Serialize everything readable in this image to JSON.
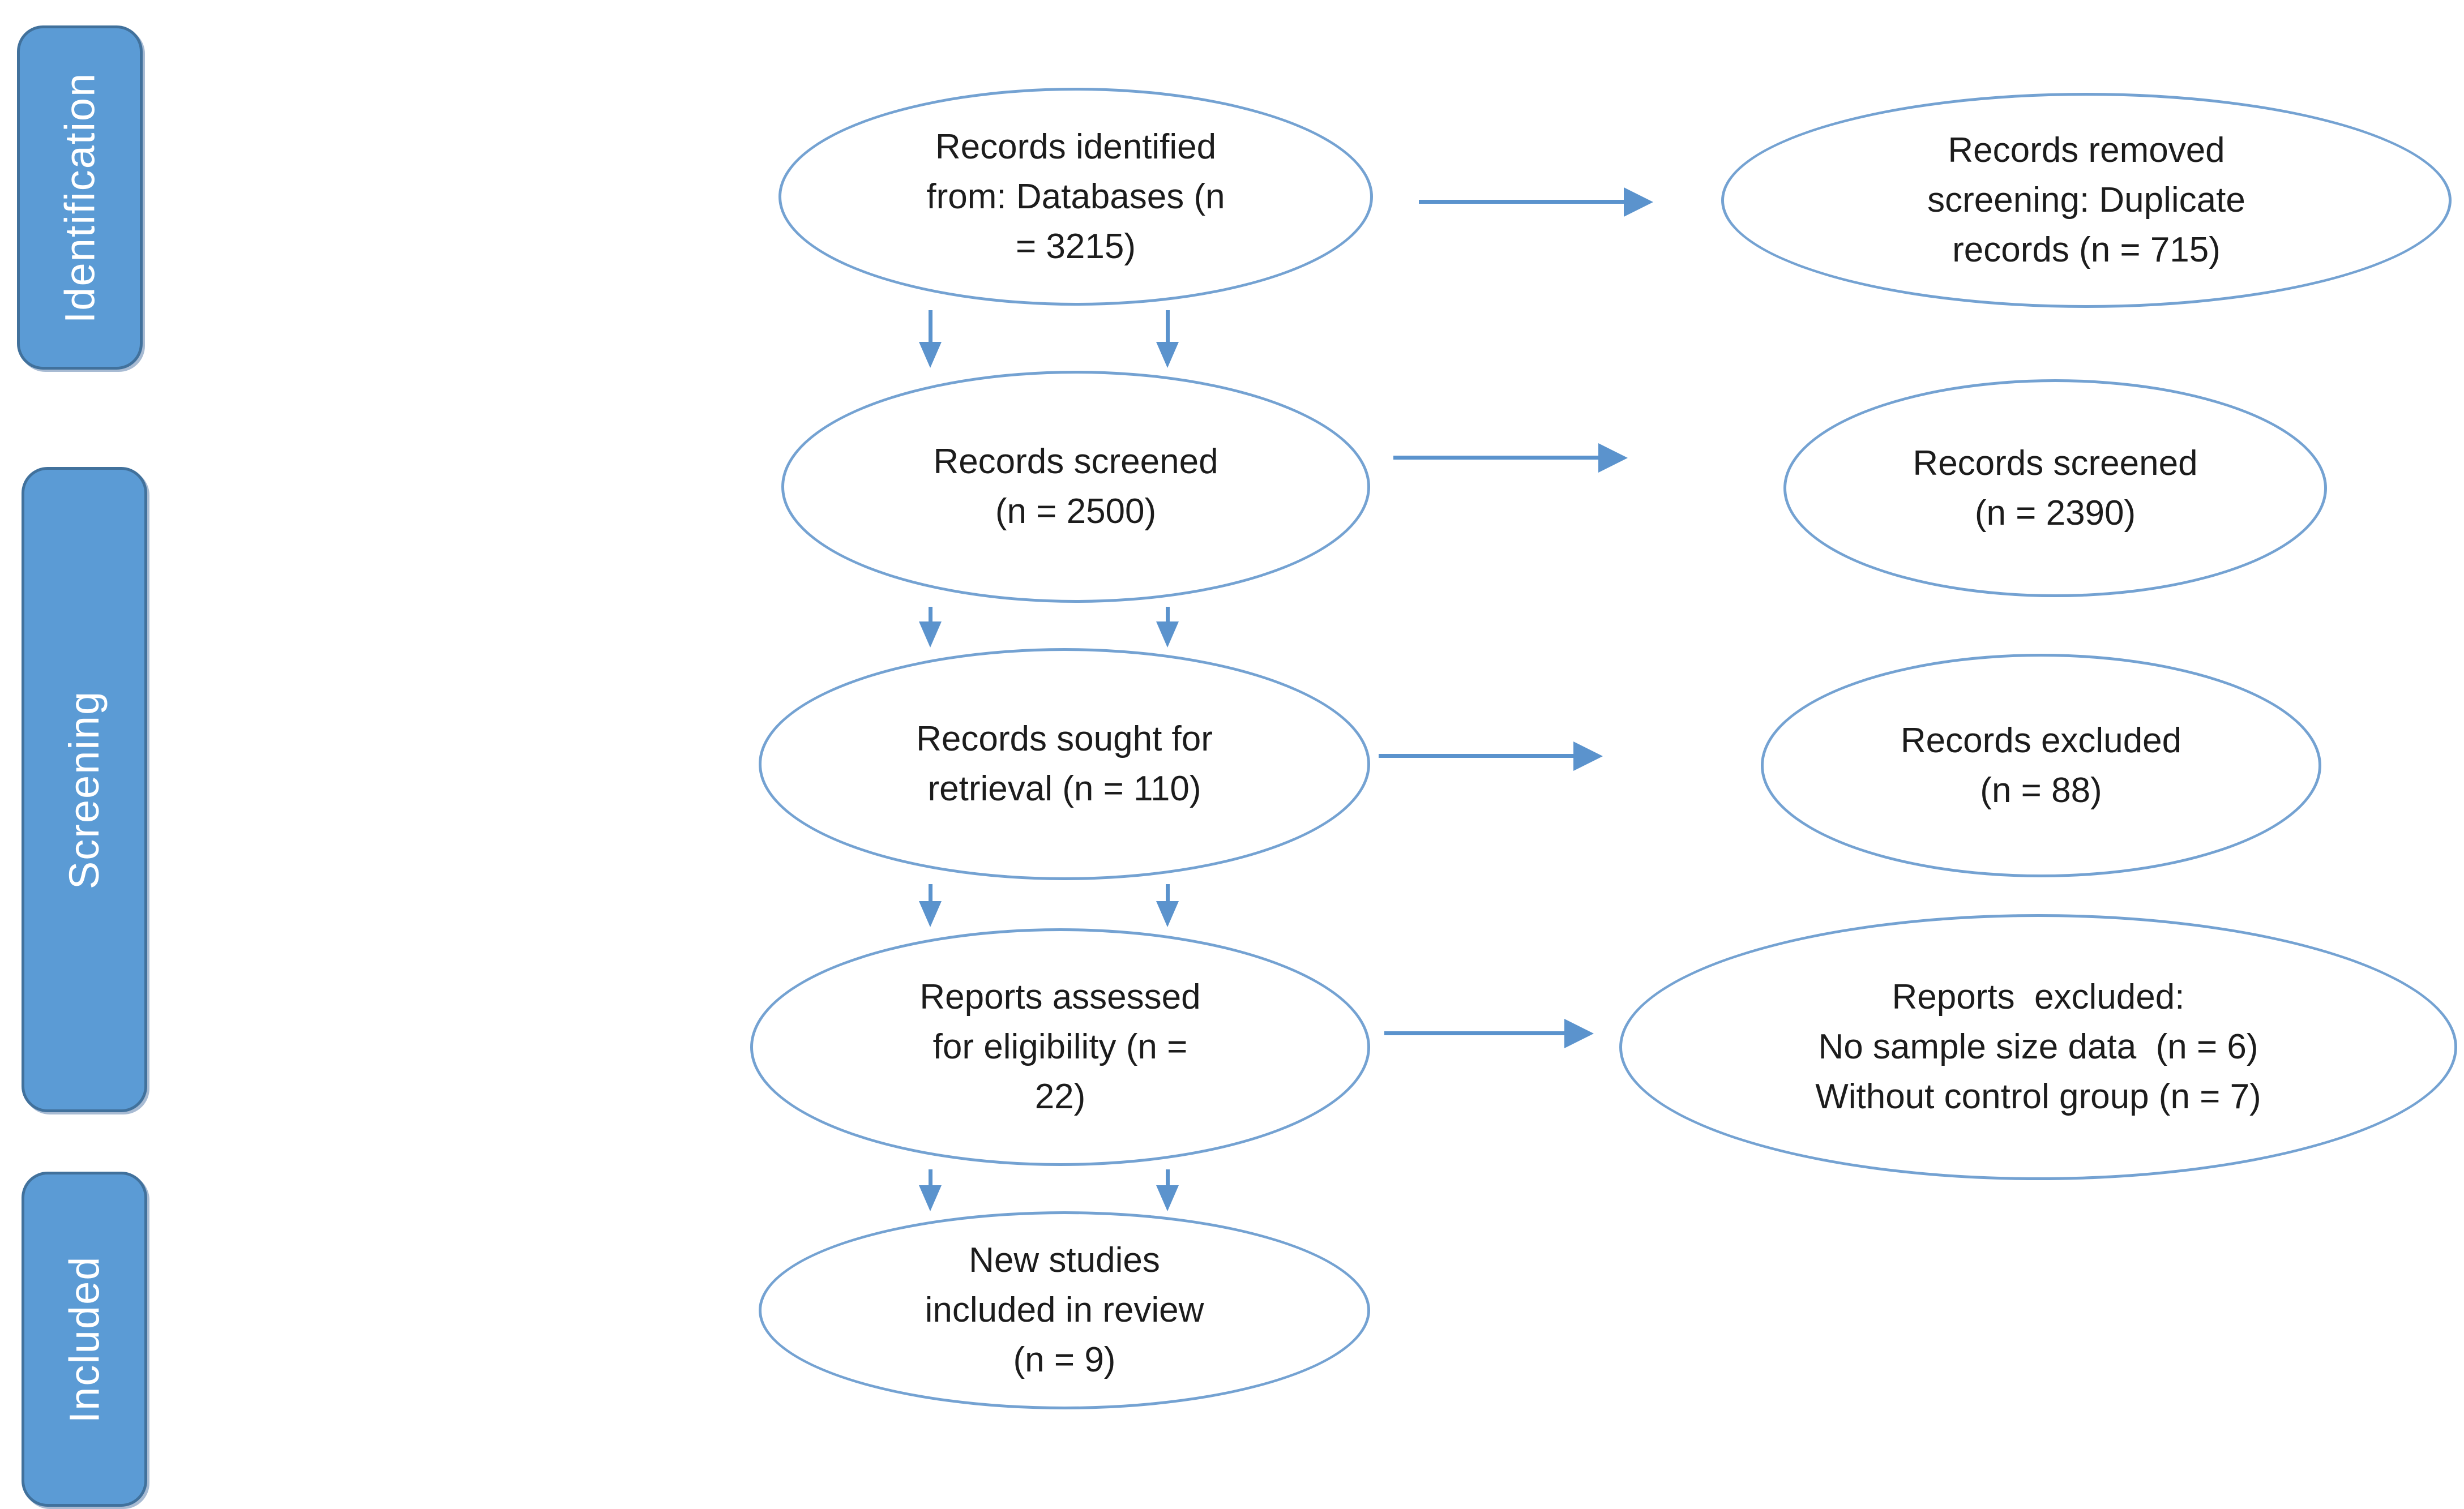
{
  "diagram": {
    "type": "prisma-flow",
    "colors": {
      "stage_fill": "#5b9bd5",
      "stage_border": "#41719c",
      "stage_text": "#ffffff",
      "node_stroke": "#74a2d2",
      "node_text": "#1c1c1c",
      "arrow": "#5b93cd",
      "background": "#ffffff"
    },
    "stages": [
      {
        "label": "Identification"
      },
      {
        "label": "Screening"
      },
      {
        "label": "Included"
      }
    ],
    "main_nodes": [
      {
        "name": "records-identified",
        "lines": [
          "Records identified",
          "from: Databases (n",
          "= 3215)"
        ],
        "n": 3215
      },
      {
        "name": "records-screened",
        "lines": [
          "Records screened",
          "(n = 2500)"
        ],
        "n": 2500
      },
      {
        "name": "records-sought",
        "lines": [
          "Records sought for",
          "retrieval (n = 110)"
        ],
        "n": 110
      },
      {
        "name": "reports-assessed",
        "lines": [
          "Reports assessed",
          "for eligibility (n =",
          "22)"
        ],
        "n": 22
      },
      {
        "name": "new-studies-included",
        "lines": [
          "New studies",
          "included in review",
          "(n = 9)"
        ],
        "n": 9
      }
    ],
    "side_nodes": [
      {
        "name": "records-removed",
        "lines": [
          "Records removed",
          "screening: Duplicate",
          "records (n = 715)"
        ],
        "n": 715
      },
      {
        "name": "records-screened-out",
        "lines": [
          "Records screened",
          "(n = 2390)"
        ],
        "n": 2390
      },
      {
        "name": "records-excluded",
        "lines": [
          "Records excluded",
          "(n = 88)"
        ],
        "n": 88
      },
      {
        "name": "reports-excluded",
        "lines": [
          "Reports  excluded:",
          "No sample size data  (n = 6)",
          "Without control group (n = 7)"
        ],
        "n_no_sample_size": 6,
        "n_without_control_group": 7
      }
    ]
  }
}
